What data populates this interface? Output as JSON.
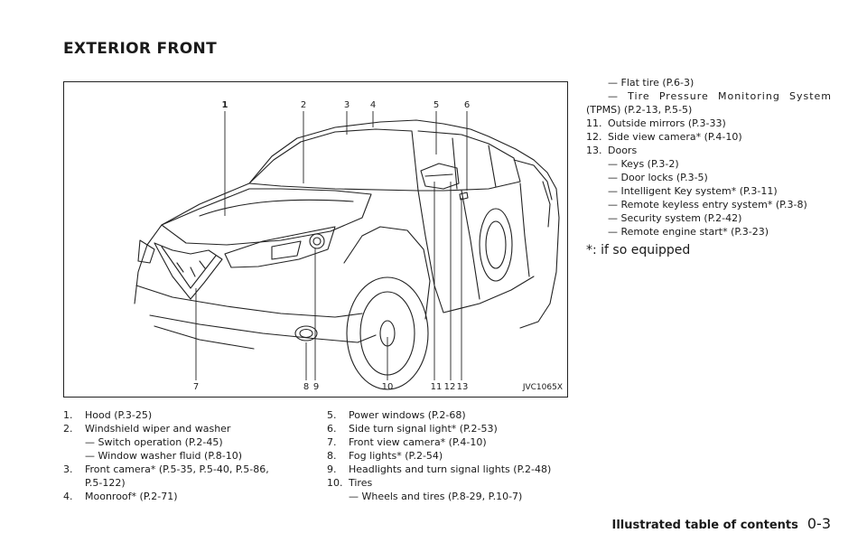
{
  "page_title": "EXTERIOR FRONT",
  "figure": {
    "code": "JVC1065X",
    "callouts": [
      "1",
      "2",
      "3",
      "4",
      "5",
      "6",
      "7",
      "8",
      "9",
      "10",
      "11",
      "12",
      "13"
    ]
  },
  "items_left": [
    {
      "num": "1.",
      "text": "Hood (P.3-25)"
    },
    {
      "num": "2.",
      "text": "Windshield wiper and washer"
    },
    {
      "sub": "— Switch operation (P.2-45)"
    },
    {
      "sub": "— Window washer fluid (P.8-10)"
    },
    {
      "num": "3.",
      "text": "Front camera* (P.5-35, P.5-40, P.5-86,"
    },
    {
      "cont": "P.5-122)"
    },
    {
      "num": "4.",
      "text": "Moonroof* (P.2-71)"
    }
  ],
  "items_mid": [
    {
      "num": "5.",
      "text": "Power windows (P.2-68)"
    },
    {
      "num": "6.",
      "text": "Side turn signal light* (P.2-53)"
    },
    {
      "num": "7.",
      "text": "Front view camera* (P.4-10)"
    },
    {
      "num": "8.",
      "text": "Fog lights* (P.2-54)"
    },
    {
      "num": "9.",
      "text": "Headlights and turn signal lights (P.2-48)"
    },
    {
      "num": "10.",
      "text": "Tires"
    },
    {
      "sub": "— Wheels and tires (P.8-29, P.10-7)"
    }
  ],
  "items_right": [
    {
      "sub": "— Flat tire (P.6-3)"
    },
    {
      "sub_justify": "— Tire Pressure Monitoring System"
    },
    {
      "plain": "(TPMS) (P.2-13, P.5-5)"
    },
    {
      "num": "11.",
      "text": "Outside mirrors (P.3-33)"
    },
    {
      "num": "12.",
      "text": "Side view camera* (P.4-10)"
    },
    {
      "num": "13.",
      "text": "Doors"
    },
    {
      "sub": "— Keys (P.3-2)"
    },
    {
      "sub": "— Door locks (P.3-5)"
    },
    {
      "sub": "— Intelligent Key system* (P.3-11)"
    },
    {
      "sub": "— Remote keyless entry system* (P.3-8)"
    },
    {
      "sub": "— Security system (P.2-42)"
    },
    {
      "sub": "— Remote engine start* (P.3-23)"
    }
  ],
  "footnote": "*: if so equipped",
  "footer": {
    "section": "Illustrated table of contents",
    "page": "0-3"
  }
}
